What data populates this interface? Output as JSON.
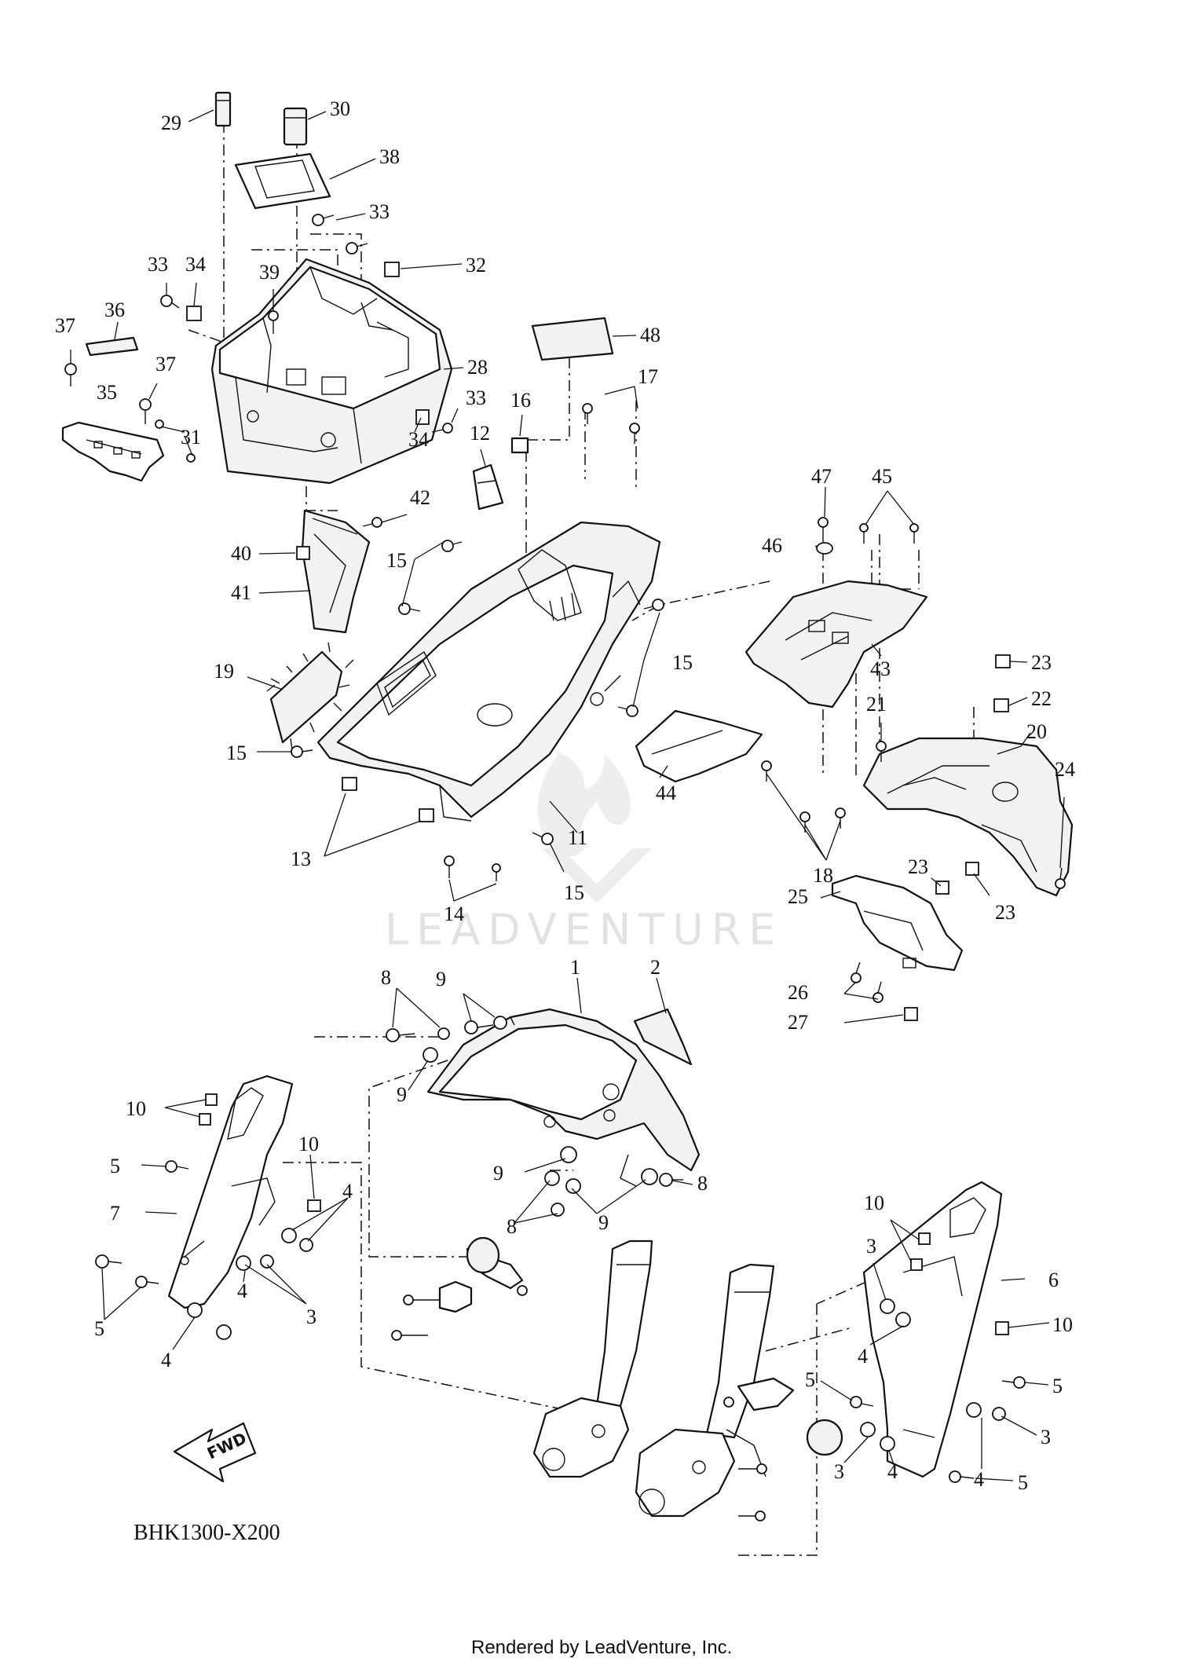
{
  "diagram": {
    "part_code": "BHK1300-X200",
    "footer": "Rendered by LeadVenture, Inc.",
    "watermark": "LEADVENTURE",
    "fwd_label": "FWD",
    "callouts": [
      {
        "label": "29"
      },
      {
        "label": "30"
      },
      {
        "label": "38"
      },
      {
        "label": "33"
      },
      {
        "label": "33"
      },
      {
        "label": "34"
      },
      {
        "label": "39"
      },
      {
        "label": "32"
      },
      {
        "label": "36"
      },
      {
        "label": "37"
      },
      {
        "label": "37"
      },
      {
        "label": "35"
      },
      {
        "label": "28"
      },
      {
        "label": "31"
      },
      {
        "label": "33"
      },
      {
        "label": "34"
      },
      {
        "label": "48"
      },
      {
        "label": "17"
      },
      {
        "label": "16"
      },
      {
        "label": "12"
      },
      {
        "label": "42"
      },
      {
        "label": "40"
      },
      {
        "label": "41"
      },
      {
        "label": "15"
      },
      {
        "label": "15"
      },
      {
        "label": "19"
      },
      {
        "label": "15"
      },
      {
        "label": "11"
      },
      {
        "label": "13"
      },
      {
        "label": "15"
      },
      {
        "label": "14"
      },
      {
        "label": "44"
      },
      {
        "label": "47"
      },
      {
        "label": "45"
      },
      {
        "label": "46"
      },
      {
        "label": "43"
      },
      {
        "label": "23"
      },
      {
        "label": "22"
      },
      {
        "label": "21"
      },
      {
        "label": "20"
      },
      {
        "label": "24"
      },
      {
        "label": "18"
      },
      {
        "label": "23"
      },
      {
        "label": "23"
      },
      {
        "label": "25"
      },
      {
        "label": "26"
      },
      {
        "label": "27"
      },
      {
        "label": "8"
      },
      {
        "label": "9"
      },
      {
        "label": "1"
      },
      {
        "label": "2"
      },
      {
        "label": "9"
      },
      {
        "label": "10"
      },
      {
        "label": "5"
      },
      {
        "label": "10"
      },
      {
        "label": "7"
      },
      {
        "label": "4"
      },
      {
        "label": "9"
      },
      {
        "label": "8"
      },
      {
        "label": "8"
      },
      {
        "label": "9"
      },
      {
        "label": "5"
      },
      {
        "label": "4"
      },
      {
        "label": "3"
      },
      {
        "label": "4"
      },
      {
        "label": "10"
      },
      {
        "label": "3"
      },
      {
        "label": "6"
      },
      {
        "label": "4"
      },
      {
        "label": "10"
      },
      {
        "label": "5"
      },
      {
        "label": "5"
      },
      {
        "label": "4"
      },
      {
        "label": "3"
      },
      {
        "label": "3"
      },
      {
        "label": "4"
      },
      {
        "label": "5"
      }
    ]
  }
}
